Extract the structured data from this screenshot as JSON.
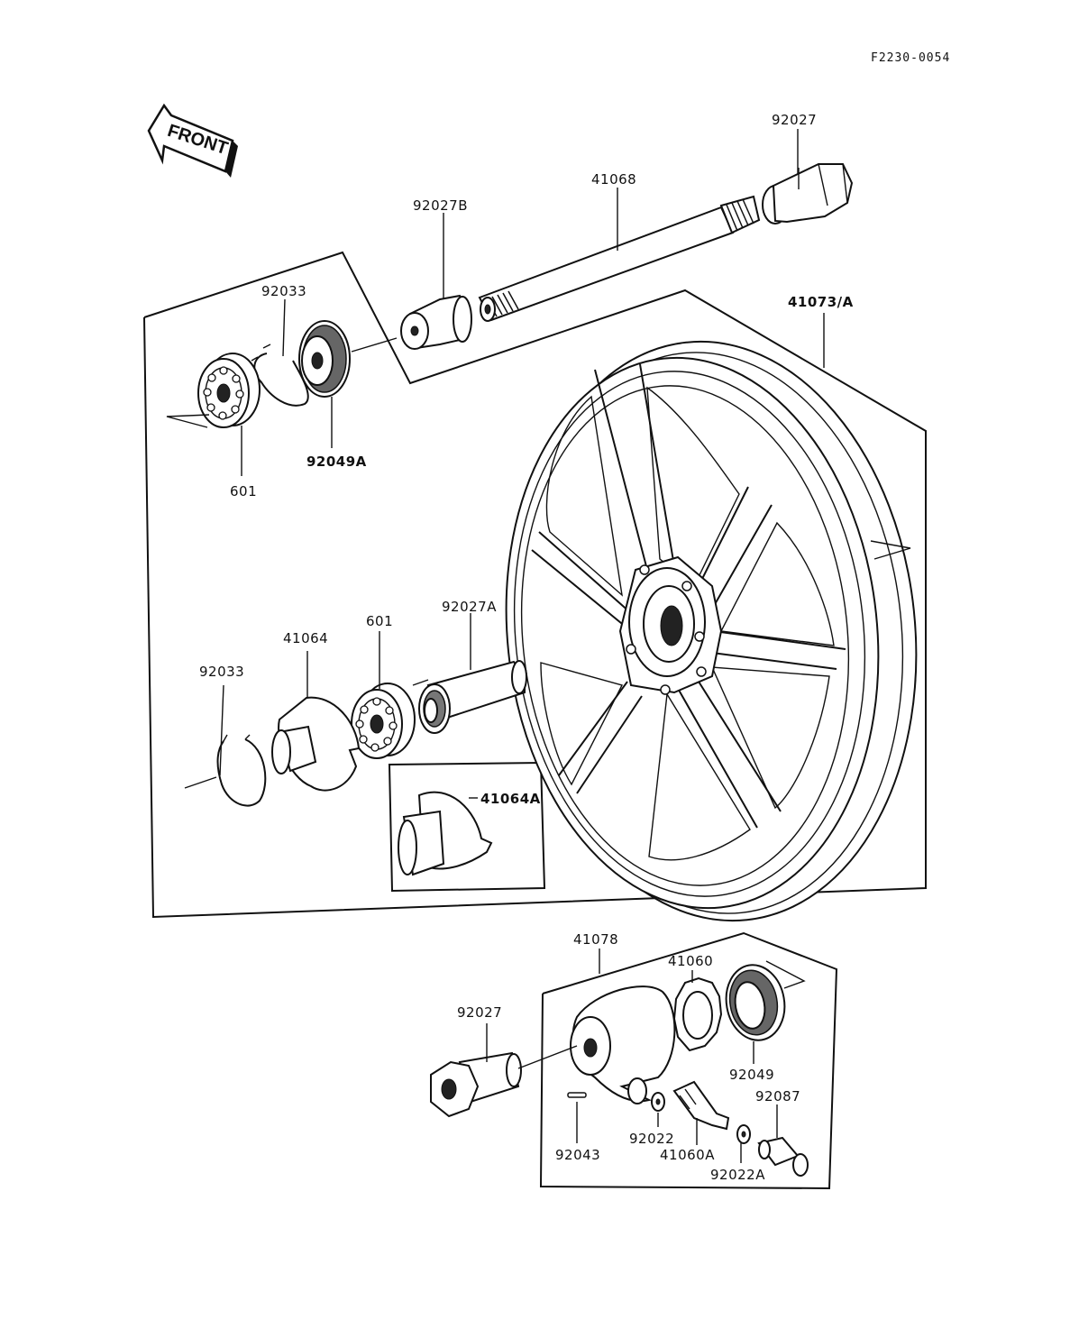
{
  "figure_code": "F2230-0054",
  "front_label": "FRONT",
  "parts": {
    "axle_nut_top": "92027",
    "axle": "41068",
    "collar_b": "92027B",
    "wheel": "41073/A",
    "circlip_top": "92033",
    "bearing_left": "601",
    "oil_seal_a": "92049A",
    "collar_a": "92027A",
    "bearing_right": "601",
    "speedo_plate": "41064",
    "circlip_bottom": "92033",
    "speedo_plate_a": "41064A",
    "speedo_housing": "41078",
    "speedo_gear": "41060",
    "axle_nut_bottom": "92027",
    "oil_seal": "92049",
    "bushing": "92087",
    "pin": "92043",
    "washer": "92022",
    "pinion": "41060A",
    "washer_a": "92022A"
  }
}
